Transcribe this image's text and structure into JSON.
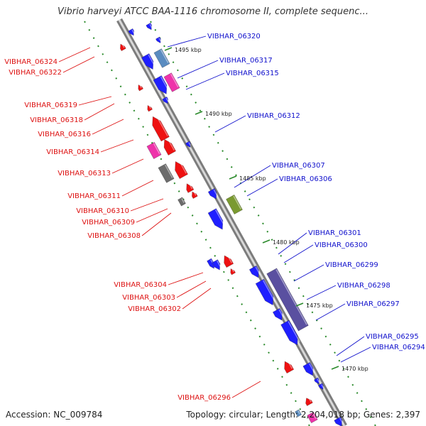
{
  "title": "Vibrio harveyi ATCC BAA-1116 chromosome II, complete sequenc...",
  "accession": "Accession: NC_009784",
  "topology": "Topology: circular; Length: 2,204,018 bp; Genes: 2,397",
  "colors": {
    "forward": "#1f1fff",
    "reverse": "#ee1111",
    "forward_label": "#1010cc",
    "reverse_label": "#dd1111",
    "backbone": "#8c8c8c",
    "tick": "#2a8a2a",
    "pink": "#ee33aa",
    "dark_gray": "#6c6c6c",
    "olive": "#7a9a30",
    "slate_blue": "#5a50a0",
    "steel_blue": "#5a8cc0"
  },
  "kbp_labels": [
    "1495 kbp",
    "1490 kbp",
    "1485 kbp",
    "1480 kbp",
    "1475 kbp",
    "1470 kbp"
  ],
  "right_labels": [
    "VIBHAR_06320",
    "VIBHAR_06317",
    "VIBHAR_06315",
    "VIBHAR_06312",
    "VIBHAR_06307",
    "VIBHAR_06306",
    "VIBHAR_06301",
    "VIBHAR_06300",
    "VIBHAR_06299",
    "VIBHAR_06298",
    "VIBHAR_06297",
    "VIBHAR_06295",
    "VIBHAR_06294"
  ],
  "left_labels": [
    "VIBHAR_06324",
    "VIBHAR_06322",
    "VIBHAR_06319",
    "VIBHAR_06318",
    "VIBHAR_06316",
    "VIBHAR_06314",
    "VIBHAR_06313",
    "VIBHAR_06311",
    "VIBHAR_06310",
    "VIBHAR_06309",
    "VIBHAR_06308",
    "VIBHAR_06304",
    "VIBHAR_06303",
    "VIBHAR_06302",
    "VIBHAR_06296"
  ]
}
